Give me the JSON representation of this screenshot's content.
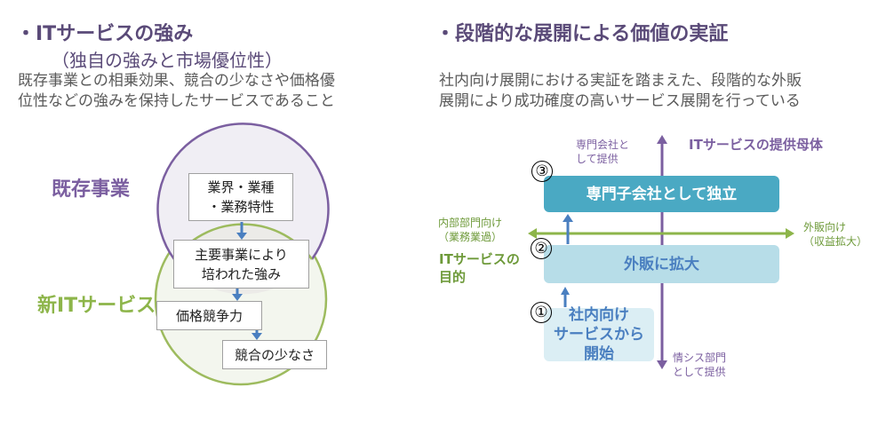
{
  "left": {
    "title": "・ITサービスの強み",
    "subtitle": "（独自の強みと市場優位性）",
    "desc": [
      "既存事業との相乗効果、競合の少なさや価格優",
      "位性などの強みを保持したサービスであること"
    ],
    "label_existing": "既存事業",
    "label_new": "新ITサービス",
    "boxes": [
      [
        "業界・業種",
        "・業務特性"
      ],
      [
        "主要事業により",
        "培われた強み"
      ],
      [
        "価格競争力"
      ],
      [
        "競合の少なさ"
      ]
    ]
  },
  "right": {
    "title": "・段階的な展開による価値の実証",
    "desc": [
      "社内向け展開における実証を踏まえた、段階的な外販",
      "展開により成功確度の高いサービス展開を行っている"
    ],
    "axis_top": [
      "専門会社と",
      "して提供"
    ],
    "axis_title": "ITサービスの提供母体",
    "axis_bottom": [
      "情シス部門",
      "として提供"
    ],
    "axis_left": [
      "内部部門向け",
      "（業務業過）"
    ],
    "axis_left_title": [
      "ITサービスの",
      "目的"
    ],
    "axis_right": [
      "外販向け",
      "（収益拡大）"
    ],
    "steps": [
      {
        "num": "③",
        "label": "専門子会社として独立"
      },
      {
        "num": "②",
        "label": "外販に拡大"
      },
      {
        "num": "①",
        "lines": [
          "社内向け",
          "サービスから",
          "開始"
        ]
      }
    ]
  },
  "colors": {
    "purple": "#7b5fa0",
    "green": "#8db54a",
    "blue": "#4a7fc0",
    "teal": "#4aa9c3"
  }
}
